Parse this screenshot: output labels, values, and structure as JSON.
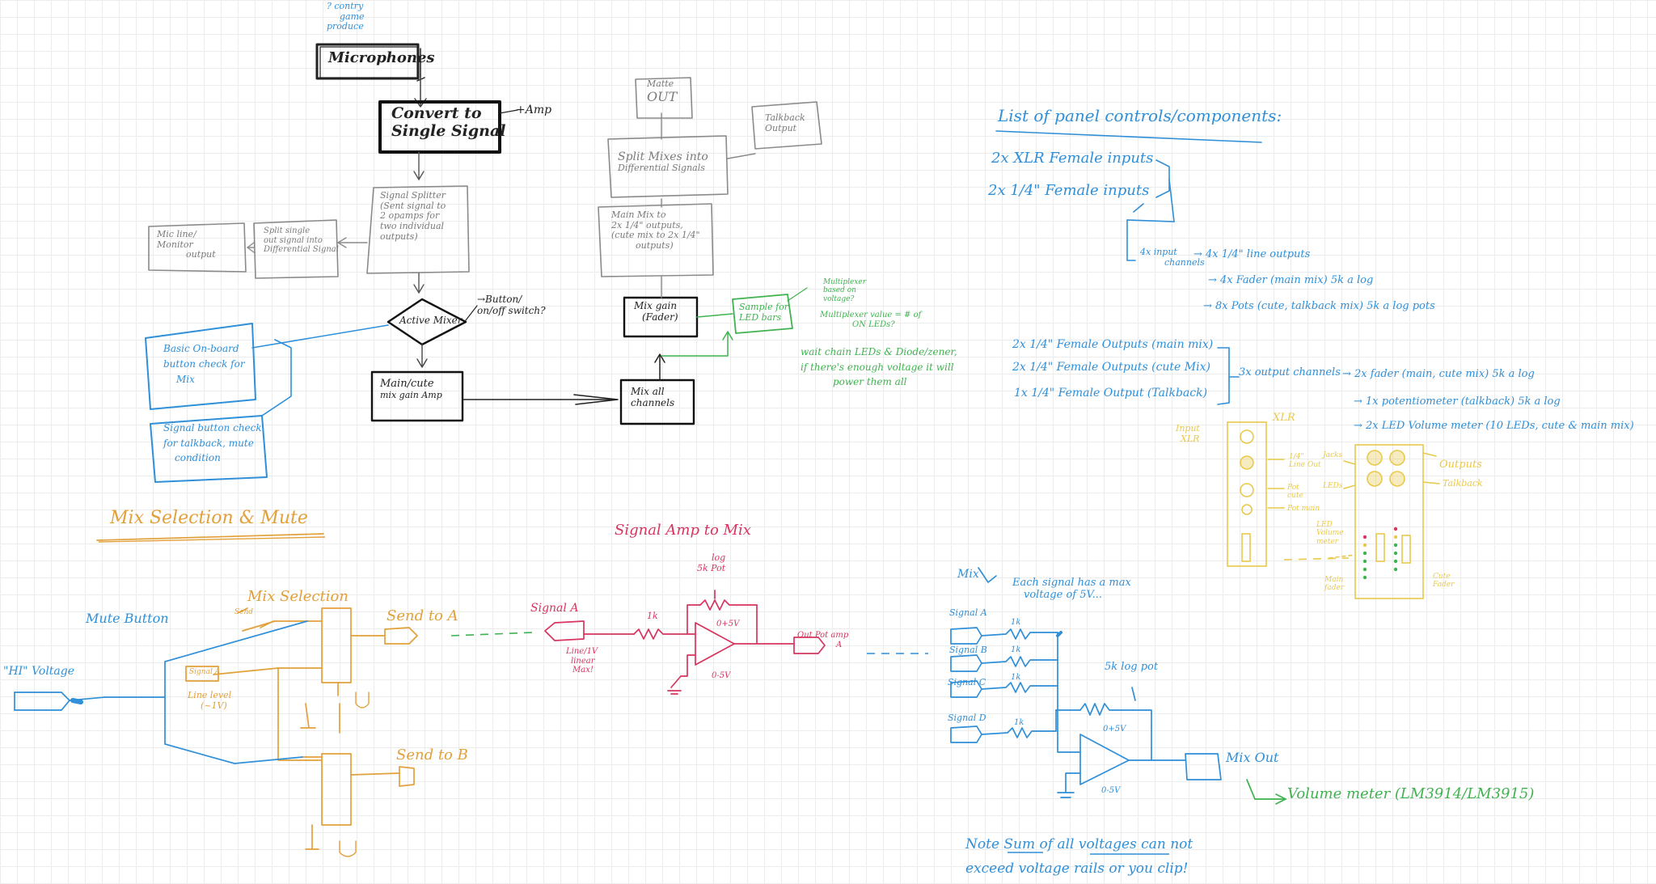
{
  "colors": {
    "black": "#222222",
    "gray": "#7a7a7a",
    "blue": "#2f8fd8",
    "green": "#3fb34f",
    "orange": "#e2a03a",
    "red": "#d8345f",
    "yellow": "#e9c94a",
    "grid": "#ececec"
  },
  "flow": {
    "note_top": [
      "? contry",
      "game",
      "produce"
    ],
    "microphones": "Microphones",
    "convert": [
      "Convert to",
      "Single Signal"
    ],
    "amp_note": "+Amp",
    "splitter": [
      "Signal Splitter",
      "(Sent signal to",
      "2 opamps for",
      "two individual",
      "outputs)"
    ],
    "split_left": [
      "Split single",
      "out signal into",
      "Differential Signal"
    ],
    "mic_monitor": [
      "Mic line/",
      "Monitor",
      "output"
    ],
    "active_mixer": "Active Mixer",
    "button_note": [
      "→Button/",
      "on/off switch?"
    ],
    "main_cue": [
      "Main/cute",
      "mix gain Amp"
    ],
    "mix_all": [
      "Mix all",
      "channels"
    ],
    "mix_gain": [
      "Mix gain",
      "(Fader)"
    ],
    "main_mix": [
      "Main Mix to",
      "2x 1/4\" outputs,",
      "(cute mix to 2x 1/4\"",
      "outputs)"
    ],
    "split_diff": [
      "Split Mixes into",
      "Differential Signals"
    ],
    "mute_out": [
      "Matte",
      "OUT"
    ],
    "talkback_out": [
      "Talkback",
      "Output"
    ],
    "sample_led": [
      "Sample for",
      "LED bars"
    ],
    "multiplexer": [
      "Multiplexer",
      "based on",
      "voltage?"
    ],
    "multiplexer_value": [
      "Multiplexer value = # of",
      "ON LEDs?"
    ],
    "chain_note": [
      "wait chain LEDs & Diode/zener,",
      "if there's enough voltage it will",
      "power them all"
    ],
    "onboard_btn": [
      "Basic On-board",
      "button check for",
      "Mix"
    ],
    "signal_btn": [
      "Signal button check",
      "for talkback, mute",
      "condition"
    ]
  },
  "components": {
    "title": "List of panel controls/components:",
    "xlr_inputs": "2x XLR Female inputs",
    "quarter_inputs": "2x 1/4\" Female inputs",
    "input_channels": [
      "4x input",
      "channels"
    ],
    "input_items": [
      "→ 4x 1/4\" line outputs",
      "→ 4x Fader (main mix) 5k a log",
      "→ 8x Pots (cute, talkback mix) 5k a log pots"
    ],
    "outputs": [
      "2x 1/4\" Female Outputs (main mix)",
      "2x 1/4\" Female Outputs (cute Mix)",
      "1x 1/4\" Female Output (Talkback)"
    ],
    "output_channels": "3x output channels",
    "output_items": [
      "→ 2x fader (main, cute mix) 5k a log",
      "→ 1x potentiometer (talkback) 5k a log",
      "→ 2x LED Volume meter (10 LEDs, cute & main mix)"
    ]
  },
  "panel": {
    "xlr": "XLR",
    "input_label": [
      "Input",
      "XLR"
    ],
    "quarter_out": [
      "1/4\"",
      "Line Out"
    ],
    "pots": [
      "Pot",
      "cute"
    ],
    "pot2": "Pot main",
    "jacks": "Jacks",
    "leds": "LEDs",
    "outputs": "Outputs",
    "talkback": "Talkback",
    "led_meter": [
      "LED",
      "Volume",
      "meter"
    ],
    "main_fader": [
      "Main",
      "fader"
    ],
    "cute_fader": [
      "Cute",
      "Fader"
    ]
  },
  "mix_selection": {
    "title": "Mix Selection & Mute",
    "mute_button": "Mute Button",
    "hi_voltage": "\"HI\" Voltage",
    "mix_selection_label": "Mix Selection",
    "send_a": "Send to A",
    "send_b": "Send to B",
    "signal_a_tag": "Signal A",
    "line_level": [
      "Line level",
      "(~1V)"
    ],
    "small_tag": "Send"
  },
  "signal_amp": {
    "title": "Signal Amp to Mix",
    "signal_a": "Signal A",
    "r1": "1k",
    "pot": [
      "log",
      "5k Pot"
    ],
    "vplus": "0+5V",
    "vminus": "0-5V",
    "linear": [
      "Line/1V",
      "linear",
      "Max!"
    ],
    "out": [
      "Out Pot amp",
      "A"
    ]
  },
  "mixer": {
    "title": "Mix",
    "note": [
      "Each signal has a max",
      "voltage of 5V..."
    ],
    "signals": [
      "Signal A",
      "Signal B",
      "Signal C",
      "Signal D"
    ],
    "resistor": "1k",
    "pot": "5k log pot",
    "vplus": "0+5V",
    "vminus": "0-5V",
    "mix_out": "Mix Out",
    "volume_meter": "Volume meter (LM3914/LM3915)",
    "note_bottom": [
      "Note Sum of all voltages can not",
      "exceed voltage rails or you clip!"
    ]
  }
}
